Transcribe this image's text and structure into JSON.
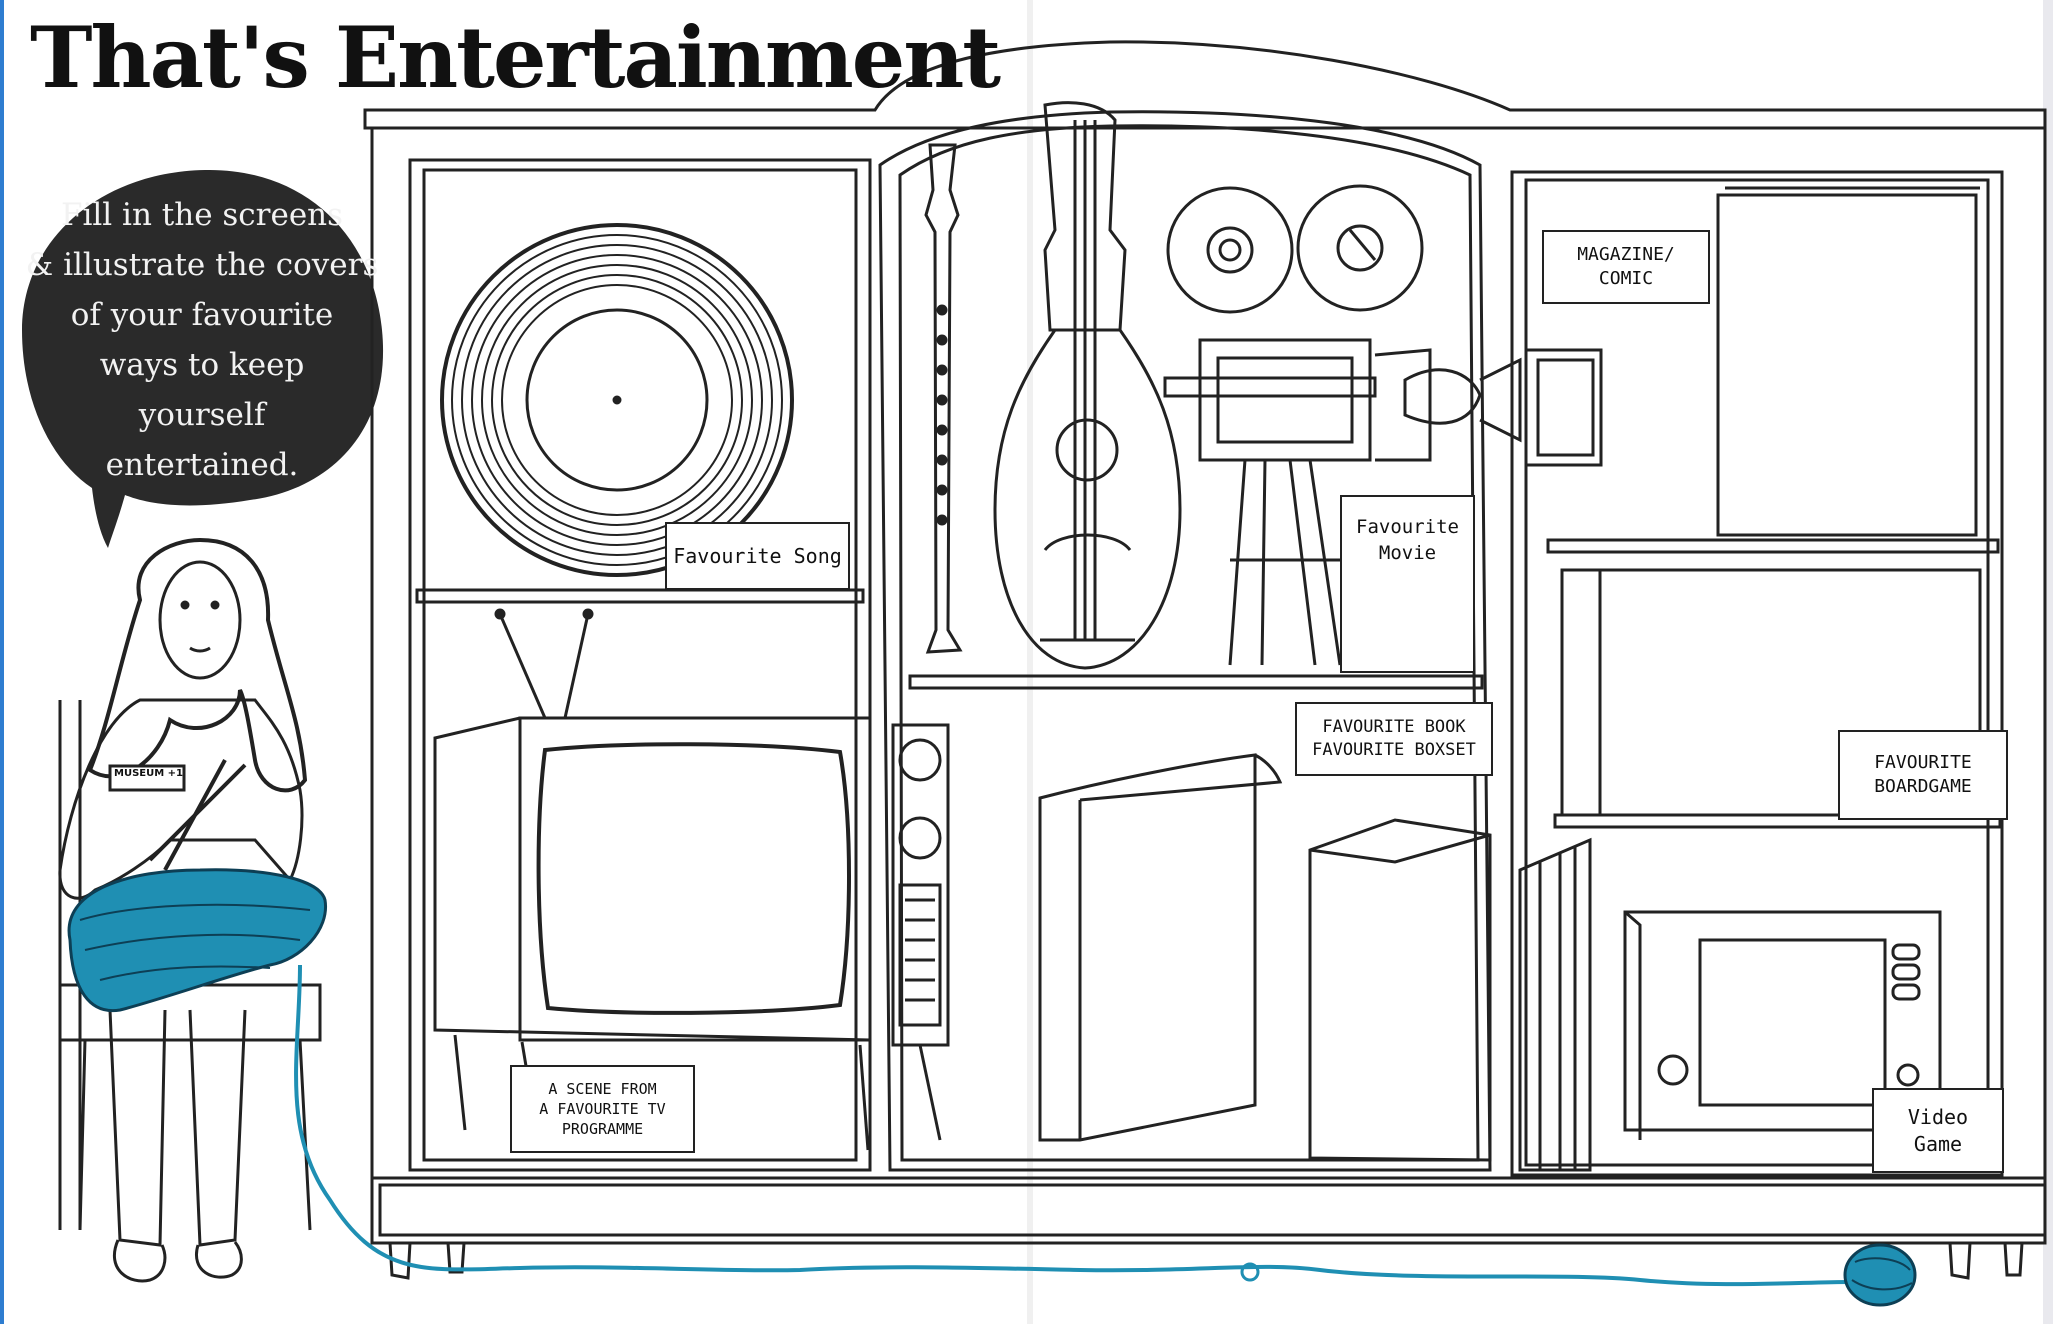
{
  "title": "That's Entertainment",
  "bubble": {
    "lines": [
      "Fill in the screens",
      "& illustrate the covers",
      "of your favourite",
      "ways to keep",
      "yourself",
      "entertained."
    ]
  },
  "badge": "MUSEUM +1",
  "labels": {
    "song": [
      "Favourite Song"
    ],
    "movie": [
      "Favourite",
      "Movie"
    ],
    "magazine": [
      "MAGAZINE/",
      "COMIC"
    ],
    "book": [
      "FAVOURITE BOOK",
      "FAVOURITE BOXSET"
    ],
    "boardgame": [
      "FAVOURITE",
      "BOARDGAME"
    ],
    "tv": [
      "A SCENE FROM",
      "A FAVOURITE TV",
      "PROGRAMME"
    ],
    "videogame": [
      "Video",
      "Game"
    ]
  },
  "colors": {
    "ink": "#222222",
    "bubble": "#2a2a2a",
    "yarn": "#1f8fb3"
  },
  "icons": [
    "record-icon",
    "recorder-icon",
    "mandolin-icon",
    "film-projector-icon",
    "television-icon",
    "radio-icon",
    "book-icon",
    "boxset-icon",
    "magazine-icon",
    "boardgame-icon",
    "microwave-tv-icon",
    "yarn-ball-icon",
    "girl-knitting-icon"
  ]
}
